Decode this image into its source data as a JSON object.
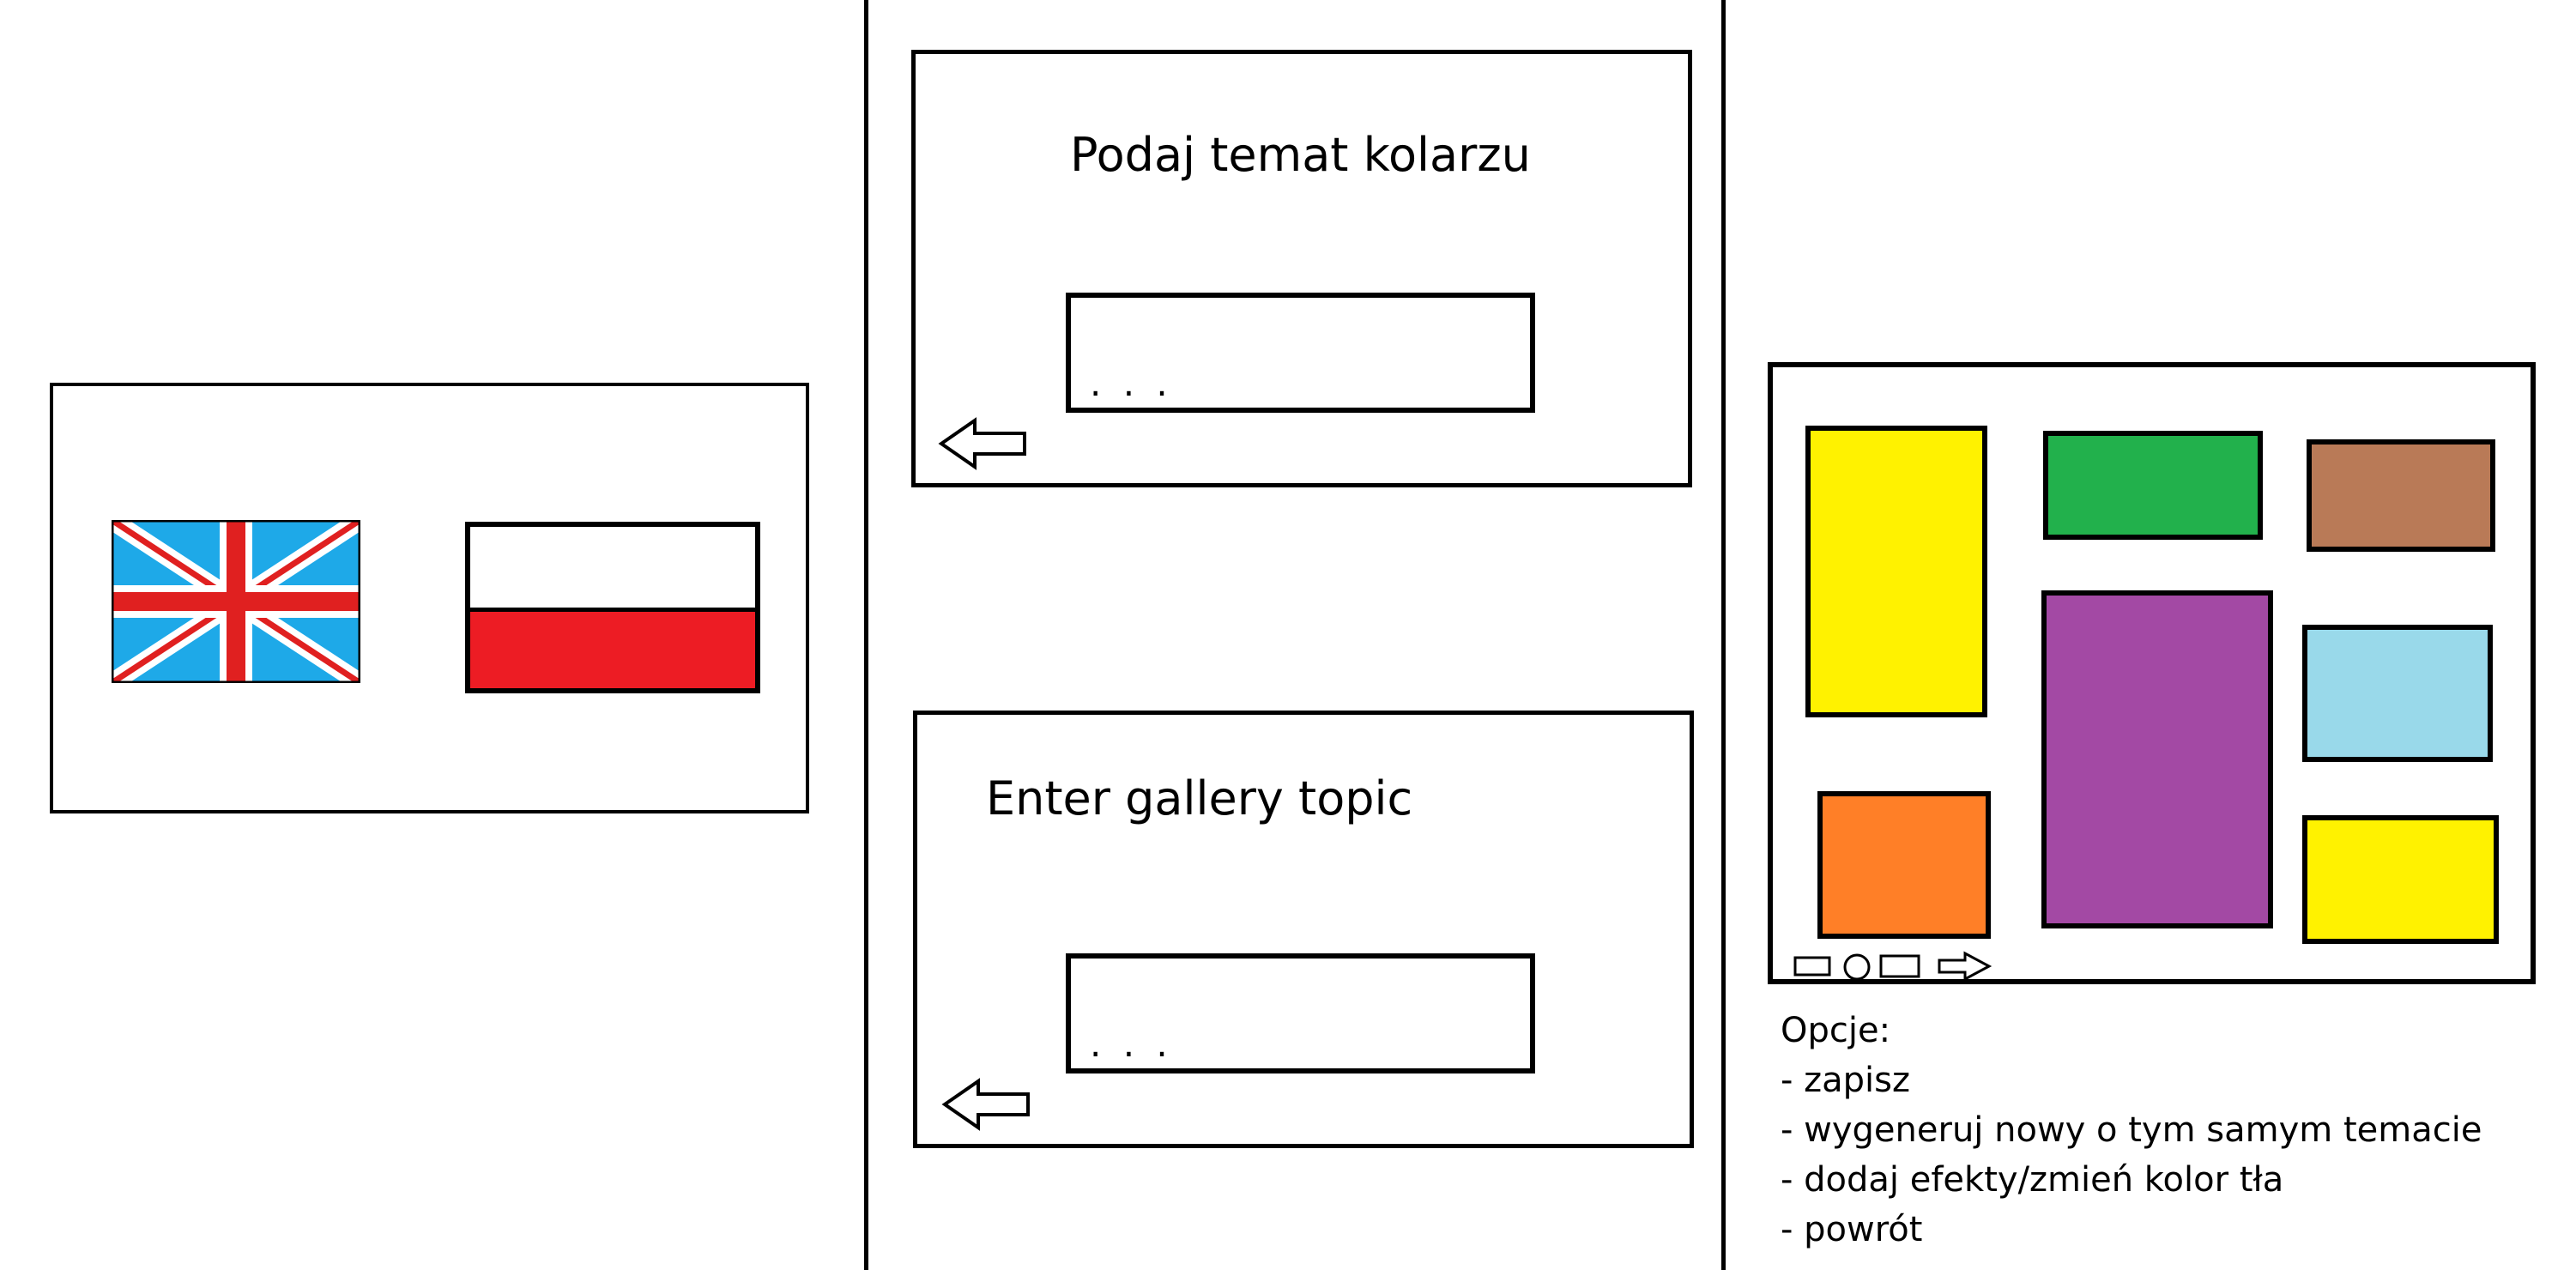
{
  "language_select": {
    "flags": [
      {
        "name": "english",
        "colors": {
          "field": "#1ea9e8",
          "cross": "#e02020",
          "saltire": "#ffffff"
        }
      },
      {
        "name": "polish",
        "colors": {
          "top": "#ffffff",
          "bottom": "#ed1c24"
        }
      }
    ]
  },
  "prompt_screens": [
    {
      "title": "Podaj temat kolarzu",
      "input_value": ". . ."
    },
    {
      "title": "Enter gallery topic",
      "input_value": ". . ."
    }
  ],
  "gallery": {
    "tiles": [
      {
        "color": "#fff200"
      },
      {
        "color": "#22b14c"
      },
      {
        "color": "#b97a57"
      },
      {
        "color": "#a349a4"
      },
      {
        "color": "#99d9ea"
      },
      {
        "color": "#ff7f27"
      },
      {
        "color": "#fff200"
      }
    ],
    "toolbar_icons": [
      "rectangle-icon",
      "circle-icon",
      "rectangle-icon",
      "arrow-right-icon"
    ]
  },
  "options": {
    "heading": "Opcje:",
    "items": [
      "- zapisz",
      "- wygeneruj nowy o tym samym temacie",
      "- dodaj efekty/zmień kolor tła",
      "- powrót"
    ]
  }
}
